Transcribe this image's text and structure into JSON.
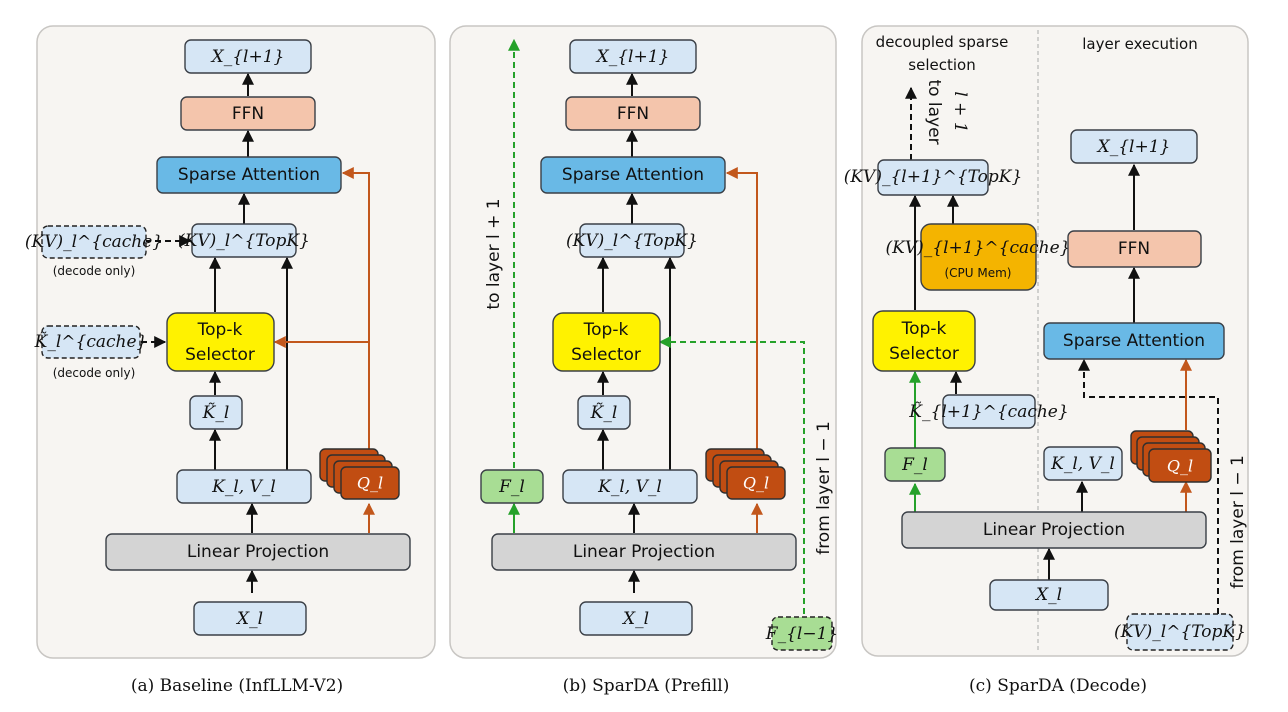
{
  "panel_a": {
    "caption": "(a) Baseline (InfLLM-V2)",
    "x_next": "X_{l+1}",
    "ffn": "FFN",
    "sparse_attention": "Sparse Attention",
    "kv_topk": "(KV)_l^{TopK}",
    "kv_cache": "(KV)_l^{cache}",
    "kv_cache_note": "(decode only)",
    "k_cache": "K̃_l^{cache}",
    "k_cache_note": "(decode only)",
    "topk_line1": "Top-k",
    "topk_line2": "Selector",
    "k_tilde": "K̃_l",
    "kv": "K_l, V_l",
    "q": "Q_l",
    "linear_projection": "Linear Projection",
    "x_in": "X_l"
  },
  "panel_b": {
    "caption": "(b) SparDA (Prefill)",
    "x_next": "X_{l+1}",
    "ffn": "FFN",
    "sparse_attention": "Sparse Attention",
    "kv_topk": "(KV)_l^{TopK}",
    "topk_line1": "Top-k",
    "topk_line2": "Selector",
    "k_tilde": "K̃_l",
    "kv": "K_l, V_l",
    "q": "Q_l",
    "f": "F_l",
    "f_prev": "F_{l−1}",
    "linear_projection": "Linear Projection",
    "x_in": "X_l",
    "to_layer": "to layer l + 1",
    "from_layer": "from layer l − 1"
  },
  "panel_c": {
    "caption": "(c) SparDA (Decode)",
    "header_left_line1": "decoupled sparse",
    "header_left_line2": "selection",
    "header_right": "layer execution",
    "to_layer_line1": "to layer",
    "to_layer_line2": "l + 1",
    "kv_topk_next": "(KV)_{l+1}^{TopK}",
    "kv_cache_next": "(KV)_{l+1}^{cache}",
    "cpu_mem": "(CPU Mem)",
    "topk_line1": "Top-k",
    "topk_line2": "Selector",
    "k_cache_next": "K̃_{l+1}^{cache}",
    "f": "F_l",
    "x_next": "X_{l+1}",
    "ffn": "FFN",
    "sparse_attention": "Sparse Attention",
    "kv": "K_l, V_l",
    "q": "Q_l",
    "linear_projection": "Linear Projection",
    "x_in": "X_l",
    "kv_topk": "(KV)_l^{TopK}",
    "from_layer": "from layer l − 1"
  },
  "colors": {
    "blue_box": "#d6e6f5",
    "ffn_box": "#f4c5ac",
    "attention_box": "#69b9e6",
    "selector_box": "#fff200",
    "projection_box": "#d4d4d4",
    "feature_box": "#a8dd94",
    "cpu_cache_box": "#f4b400",
    "query_box": "#c14d12",
    "orange_arrow": "#c2571c",
    "green_arrow": "#25a12a"
  }
}
